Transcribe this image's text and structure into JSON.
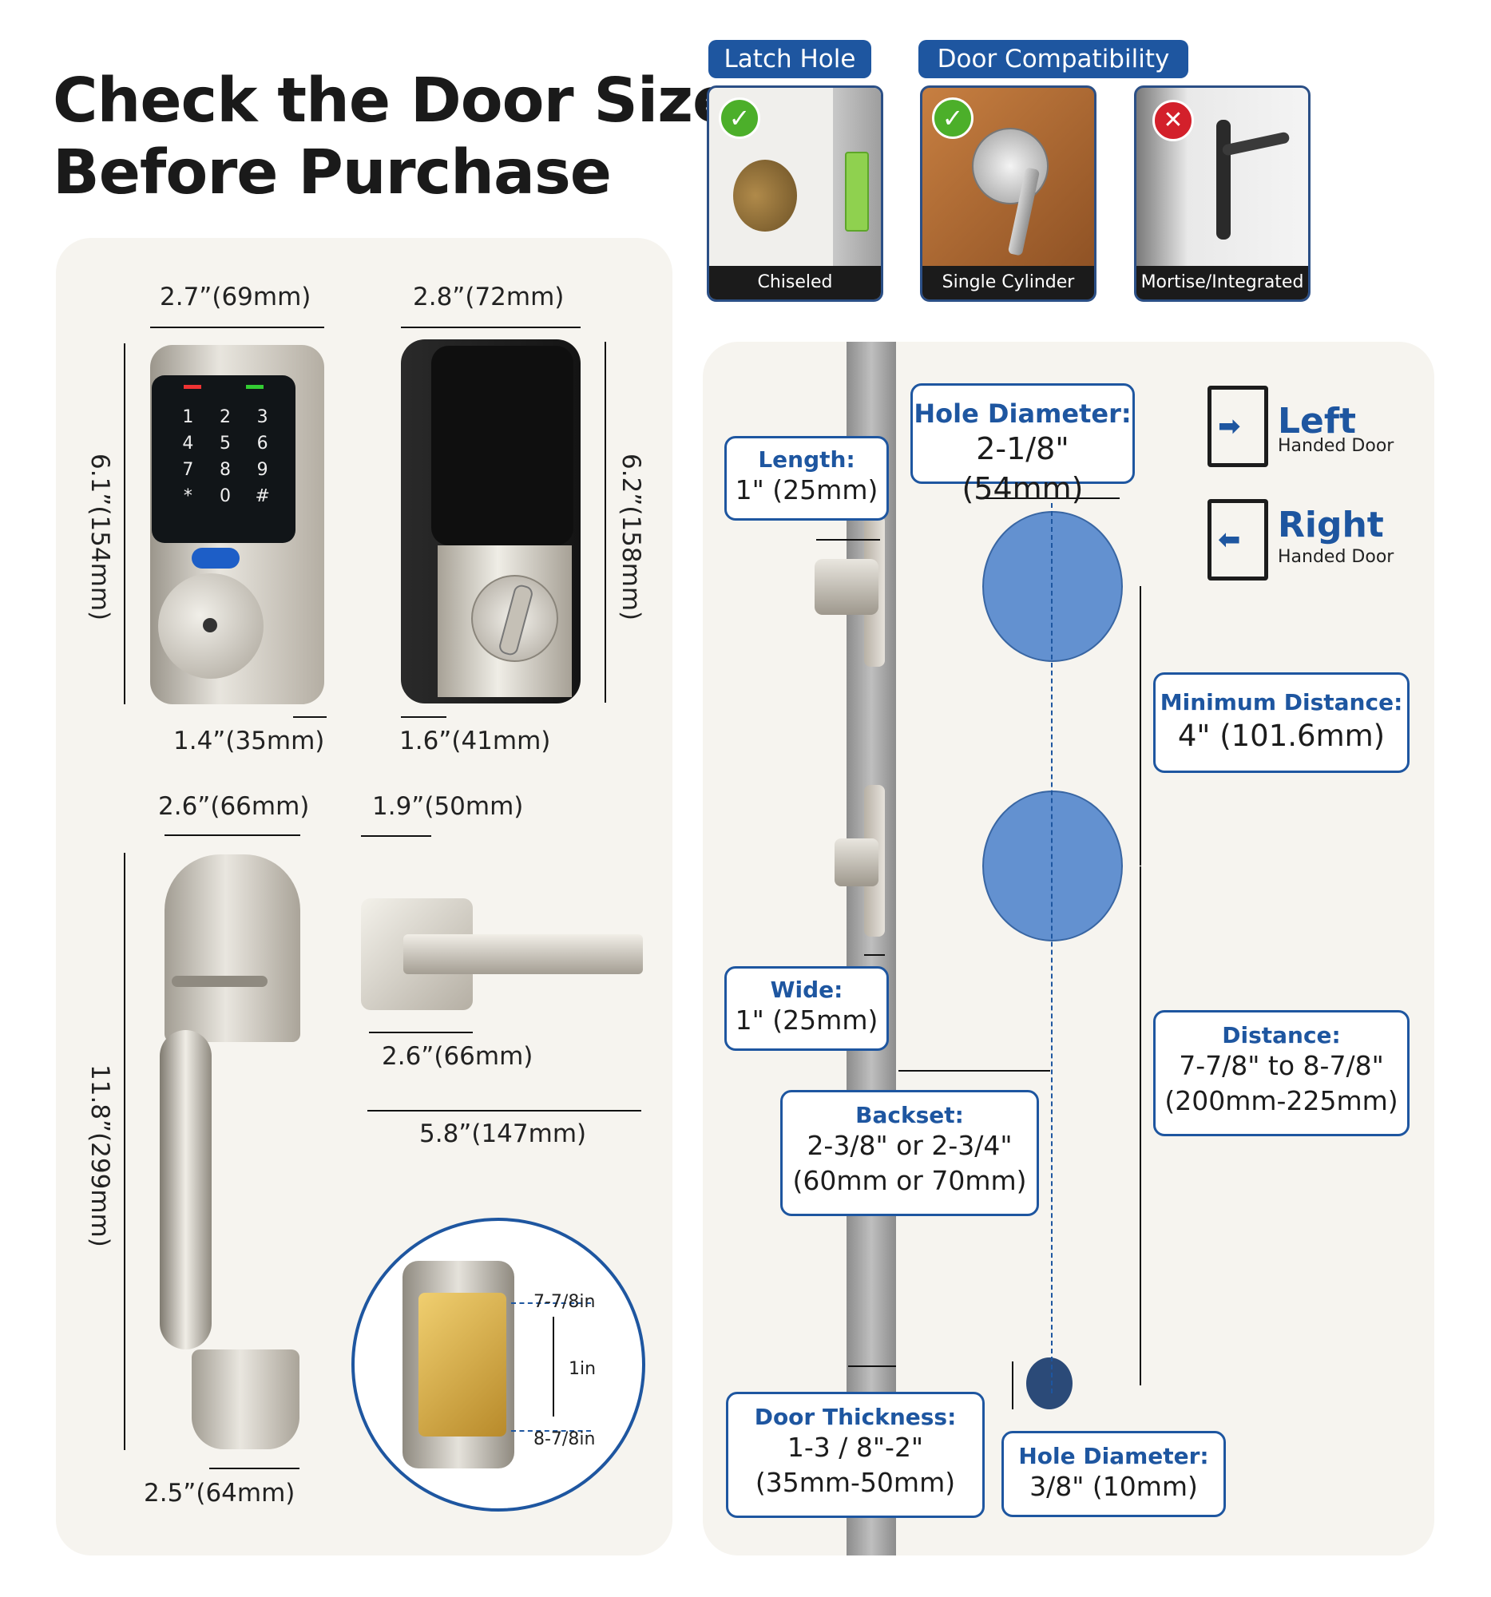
{
  "title": {
    "line1": "Check the Door Size",
    "line2": "Before Purchase"
  },
  "latch_hole": {
    "tag": "Latch Hole",
    "option": {
      "label": "Chiseled",
      "status": "compatible"
    }
  },
  "door_compat": {
    "tag": "Door Compatibility",
    "options": [
      {
        "label": "Single Cylinder",
        "status": "compatible"
      },
      {
        "label": "Mortise/Integrated",
        "status": "incompatible"
      }
    ]
  },
  "dimensions": {
    "keypad_width": "2.7”(69mm)",
    "keypad_height": "6.1”(154mm)",
    "keypad_depth": "1.4”(35mm)",
    "interior_width": "2.8”(72mm)",
    "interior_height": "6.2”(158mm)",
    "interior_depth": "1.6”(41mm)",
    "handle_width": "2.6”(66mm)",
    "handle_height": "11.8”(299mm)",
    "handle_bottom": "2.5”(64mm)",
    "lever_rose": "1.9”(50mm)",
    "lever_depth": "2.6”(66mm)",
    "lever_length": "5.8”(147mm)",
    "detail_top": "7-7/8in",
    "detail_mid": "1in",
    "detail_bottom": "8-7/8in"
  },
  "specs": {
    "length": {
      "h": "Length:",
      "v": "1\" (25mm)"
    },
    "wide": {
      "h": "Wide:",
      "v": "1\" (25mm)"
    },
    "hole_diameter": {
      "h": "Hole Diameter:",
      "v": "2-1/8\" (54mm)"
    },
    "min_distance": {
      "h": "Minimum Distance:",
      "v": "4\" (101.6mm)"
    },
    "distance": {
      "h": "Distance:",
      "v1": "7-7/8\" to 8-7/8\"",
      "v2": "(200mm-225mm)"
    },
    "backset": {
      "h": "Backset:",
      "v1": "2-3/8\" or 2-3/4\"",
      "v2": "(60mm or 70mm)"
    },
    "door_thickness": {
      "h": "Door Thickness:",
      "v1": "1-3 / 8\"-2\"",
      "v2": "(35mm-50mm)"
    },
    "small_hole": {
      "h": "Hole Diameter:",
      "v": "3/8\" (10mm)"
    }
  },
  "handing": {
    "left": {
      "big": "Left",
      "small": "Handed Door"
    },
    "right": {
      "big": "Right",
      "small": "Handed Door"
    }
  },
  "keypad_keys": [
    "1",
    "2",
    "3",
    "4",
    "5",
    "6",
    "7",
    "8",
    "9",
    "*",
    "0",
    "#"
  ],
  "colors": {
    "accent": "#1e56a0",
    "panel": "#f6f4ef",
    "ok": "#4caf2a",
    "bad": "#d3202b"
  }
}
